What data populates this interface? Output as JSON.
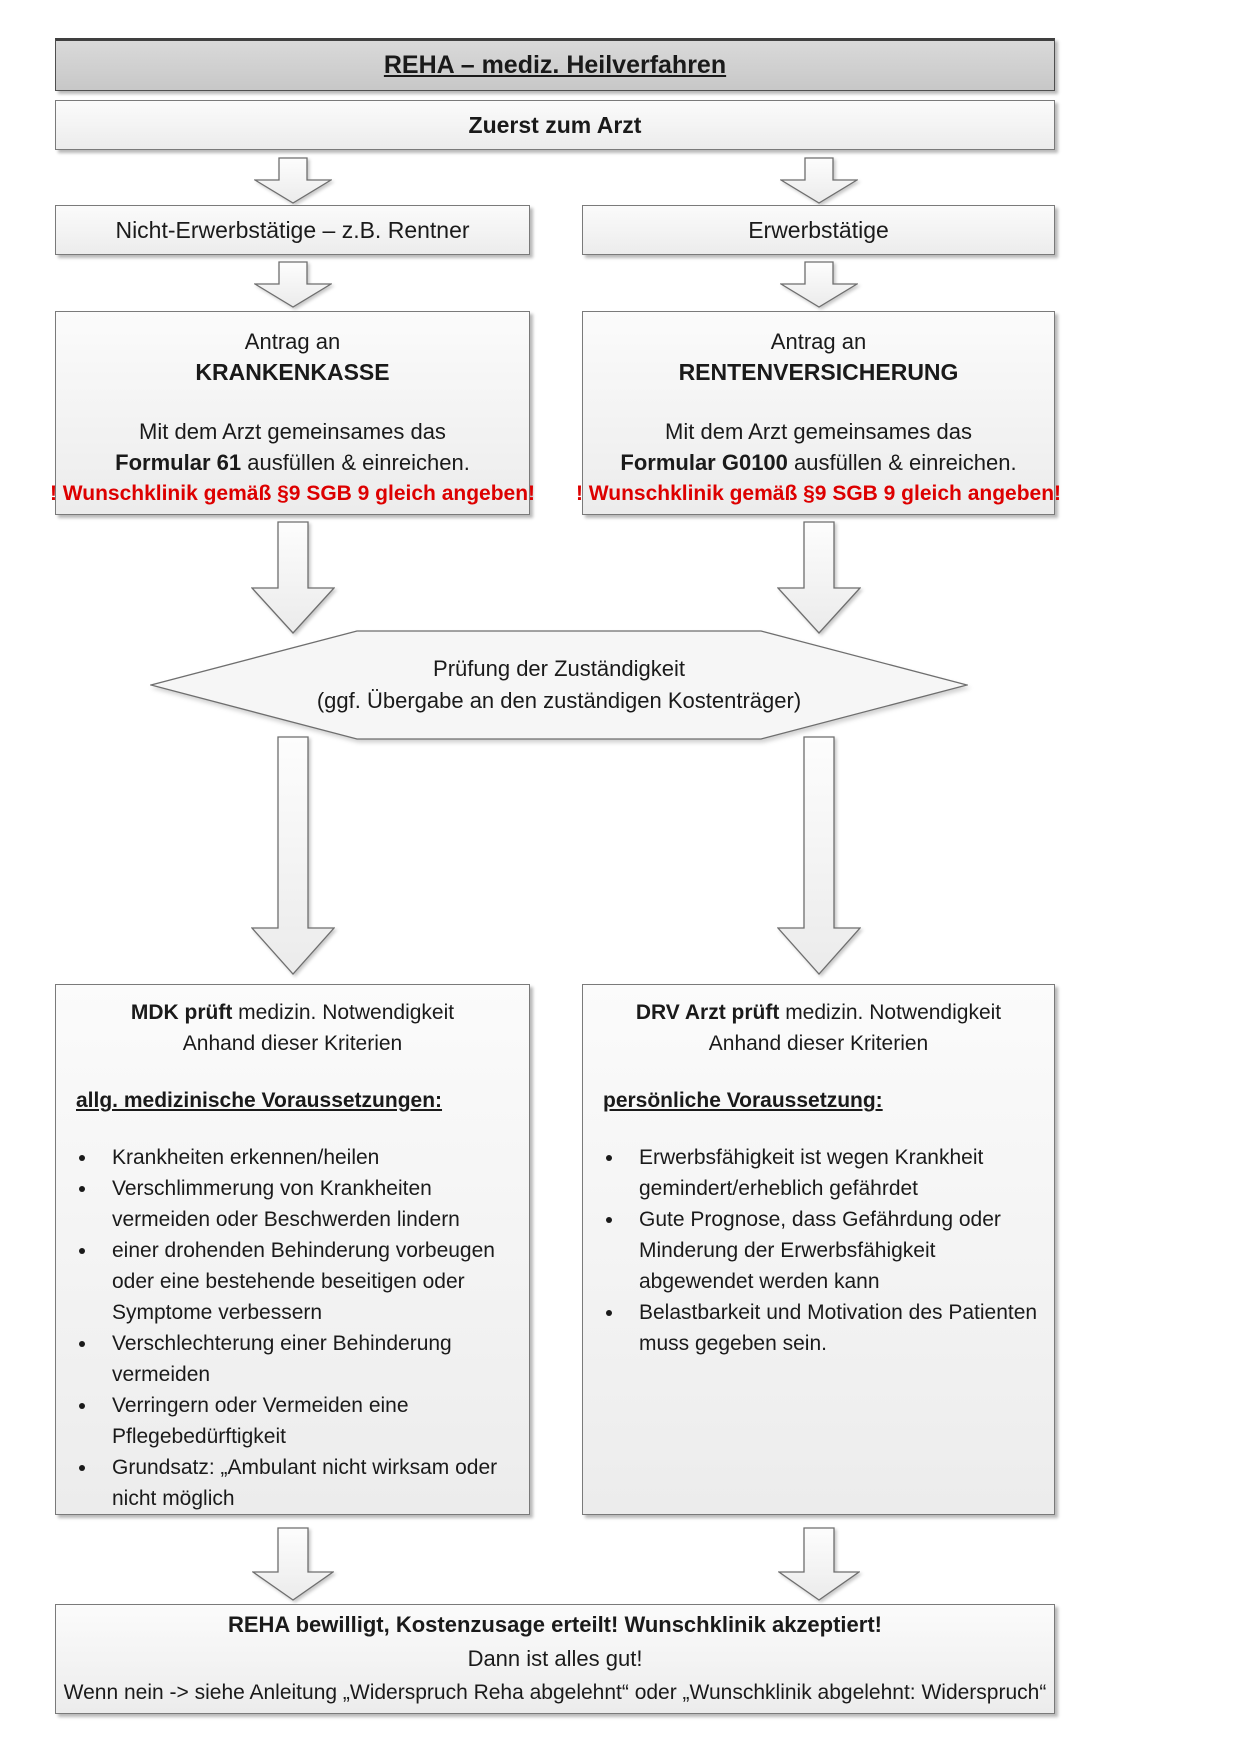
{
  "colors": {
    "warning_red": "#dd0000",
    "titlebar_gray": "#cfcfcf",
    "box_fill": "#f3f3f3",
    "border_gray": "#7a7a7a"
  },
  "title_box": {
    "text": "REHA – mediz. Heilverfahren"
  },
  "first_step_box": {
    "text": "Zuerst zum Arzt"
  },
  "branch_boxes": {
    "left": {
      "label": "Nicht-Erwerbstätige – z.B. Rentner"
    },
    "right": {
      "label": "Erwerbstätige"
    }
  },
  "application_boxes": {
    "left": {
      "intro": "Antrag an",
      "org": "KRANKENKASSE",
      "body_line": "Mit dem Arzt gemeinsames das",
      "form_bold": "Formular 61",
      "body_rest": " ausfüllen & einreichen.",
      "warning": "! Wunschklinik gemäß §9 SGB 9 gleich angeben!"
    },
    "right": {
      "intro": "Antrag an",
      "org": "RENTENVERSICHERUNG",
      "body_line": "Mit dem Arzt gemeinsames das",
      "form_bold": "Formular G0100",
      "body_rest": " ausfüllen & einreichen.",
      "warning": "! Wunschklinik gemäß §9 SGB 9 gleich angeben!"
    }
  },
  "hexagon": {
    "line1": "Prüfung der Zuständigkeit",
    "line2": "(ggf. Übergabe an den zuständigen Kostenträger)"
  },
  "criteria_boxes": {
    "left": {
      "header_bold": "MDK prüft",
      "header_rest": " medizin. Notwendigkeit",
      "header_line2": "Anhand dieser Kriterien",
      "subheading": "allg. medizinische Voraussetzungen:",
      "bullets": [
        "Krankheiten erkennen/heilen",
        "Verschlimmerung von Krankheiten vermeiden oder Beschwerden lindern",
        "einer drohenden Behinderung vorbeugen oder eine bestehende beseitigen oder Symptome verbessern",
        "Verschlechterung einer Behinderung vermeiden",
        "Verringern oder Vermeiden eine Pflegebedürftigkeit",
        "Grundsatz: „Ambulant nicht wirksam oder nicht möglich"
      ]
    },
    "right": {
      "header_bold": "DRV Arzt prüft",
      "header_rest": " medizin. Notwendigkeit",
      "header_line2": "Anhand dieser Kriterien",
      "subheading": "persönliche Voraussetzung:",
      "bullets": [
        "Erwerbsfähigkeit ist wegen Krankheit gemindert/erheblich gefährdet",
        "Gute Prognose, dass Gefährdung oder Minderung der Erwerbsfähigkeit abgewendet werden kann",
        "Belastbarkeit und Motivation des Patienten muss gegeben sein."
      ]
    }
  },
  "final_box": {
    "line1": "REHA bewilligt, Kostenzusage erteilt! Wunschklinik akzeptiert!",
    "line2": "Dann ist alles gut!",
    "line3": "Wenn nein -> siehe Anleitung „Widerspruch Reha abgelehnt“ oder „Wunschklinik abgelehnt: Widerspruch“"
  }
}
